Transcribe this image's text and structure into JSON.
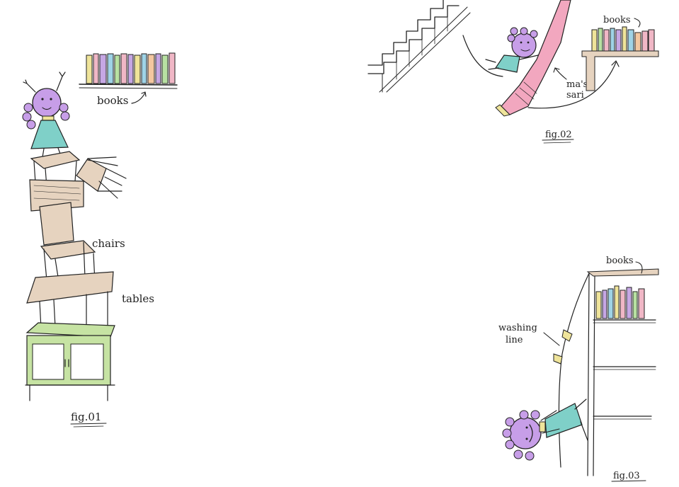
{
  "fig1": {
    "books_label": "books",
    "chairs_label": "chairs",
    "tables_label": "tables",
    "caption": "fig.01"
  },
  "fig2": {
    "books_label": "books",
    "sari_label_line1": "ma's",
    "sari_label_line2": "sari",
    "caption": "fig.02"
  },
  "fig3": {
    "books_label": "books",
    "washing_label_line1": "washing",
    "washing_label_line2": "line",
    "caption": "fig.03"
  },
  "colors": {
    "ink": "#222222",
    "girl_face": "#c79ee8",
    "dress": "#7fd0c8",
    "book_yellow": "#efe49a",
    "book_pink": "#f0b7c6",
    "book_blue": "#9fd3e6",
    "book_purple": "#c6a7e4",
    "book_green": "#b8e1a2",
    "book_peach": "#f3c7a0",
    "wood": "#e6d3bf",
    "green_cabinet": "#c6e3a3",
    "sari_pink": "#f2a7bf"
  }
}
